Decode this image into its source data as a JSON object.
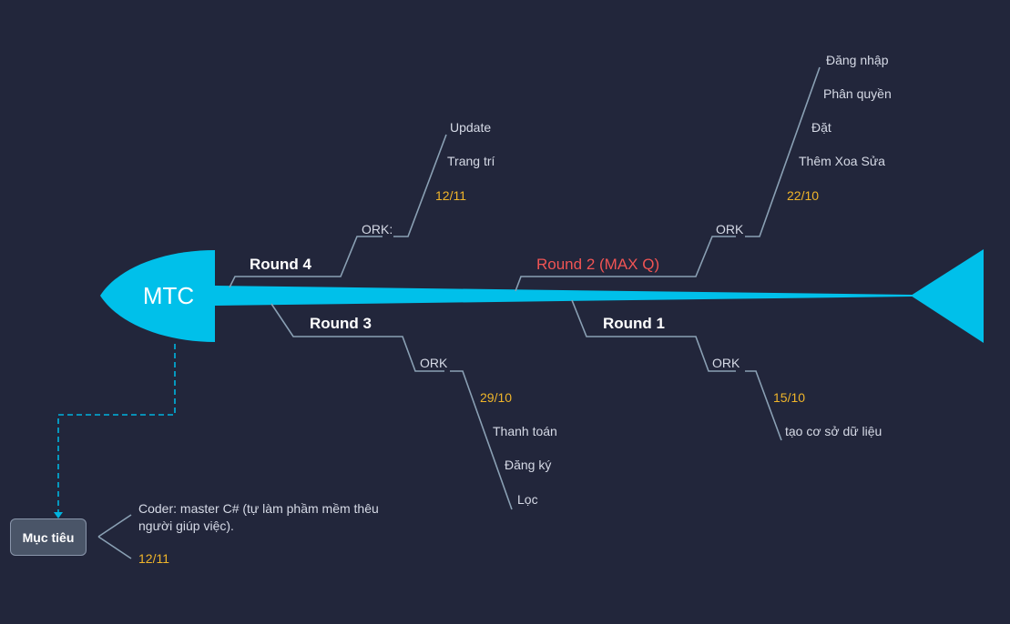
{
  "head": {
    "label": "MTC"
  },
  "branches": {
    "round4": {
      "label": "Round 4",
      "ork": "ORK:",
      "date": "12/11",
      "items": [
        "Update",
        "Trang trí"
      ]
    },
    "round2": {
      "label": "Round 2 (MAX Q)",
      "ork": "ORK",
      "date": "22/10",
      "items": [
        "Đăng nhập",
        "Phân quyền",
        "Đặt",
        "Thêm Xoa Sửa"
      ]
    },
    "round3": {
      "label": "Round 3",
      "ork": "ORK",
      "date": "29/10",
      "items": [
        "Thanh toán",
        "Đăng ký",
        "Lọc"
      ]
    },
    "round1": {
      "label": "Round 1",
      "ork": "ORK",
      "date": "15/10",
      "items": [
        "tạo cơ sở dữ liệu"
      ]
    }
  },
  "goal": {
    "label": "Mục tiêu",
    "description": "Coder: master C# (tự làm phầm mềm thêu người giúp việc).",
    "date": "12/11"
  },
  "colors": {
    "background": "#22263b",
    "fish": "#00c0ea",
    "connector": "#8aa0b4",
    "date": "#f0b52a",
    "highlight": "#f05454"
  }
}
